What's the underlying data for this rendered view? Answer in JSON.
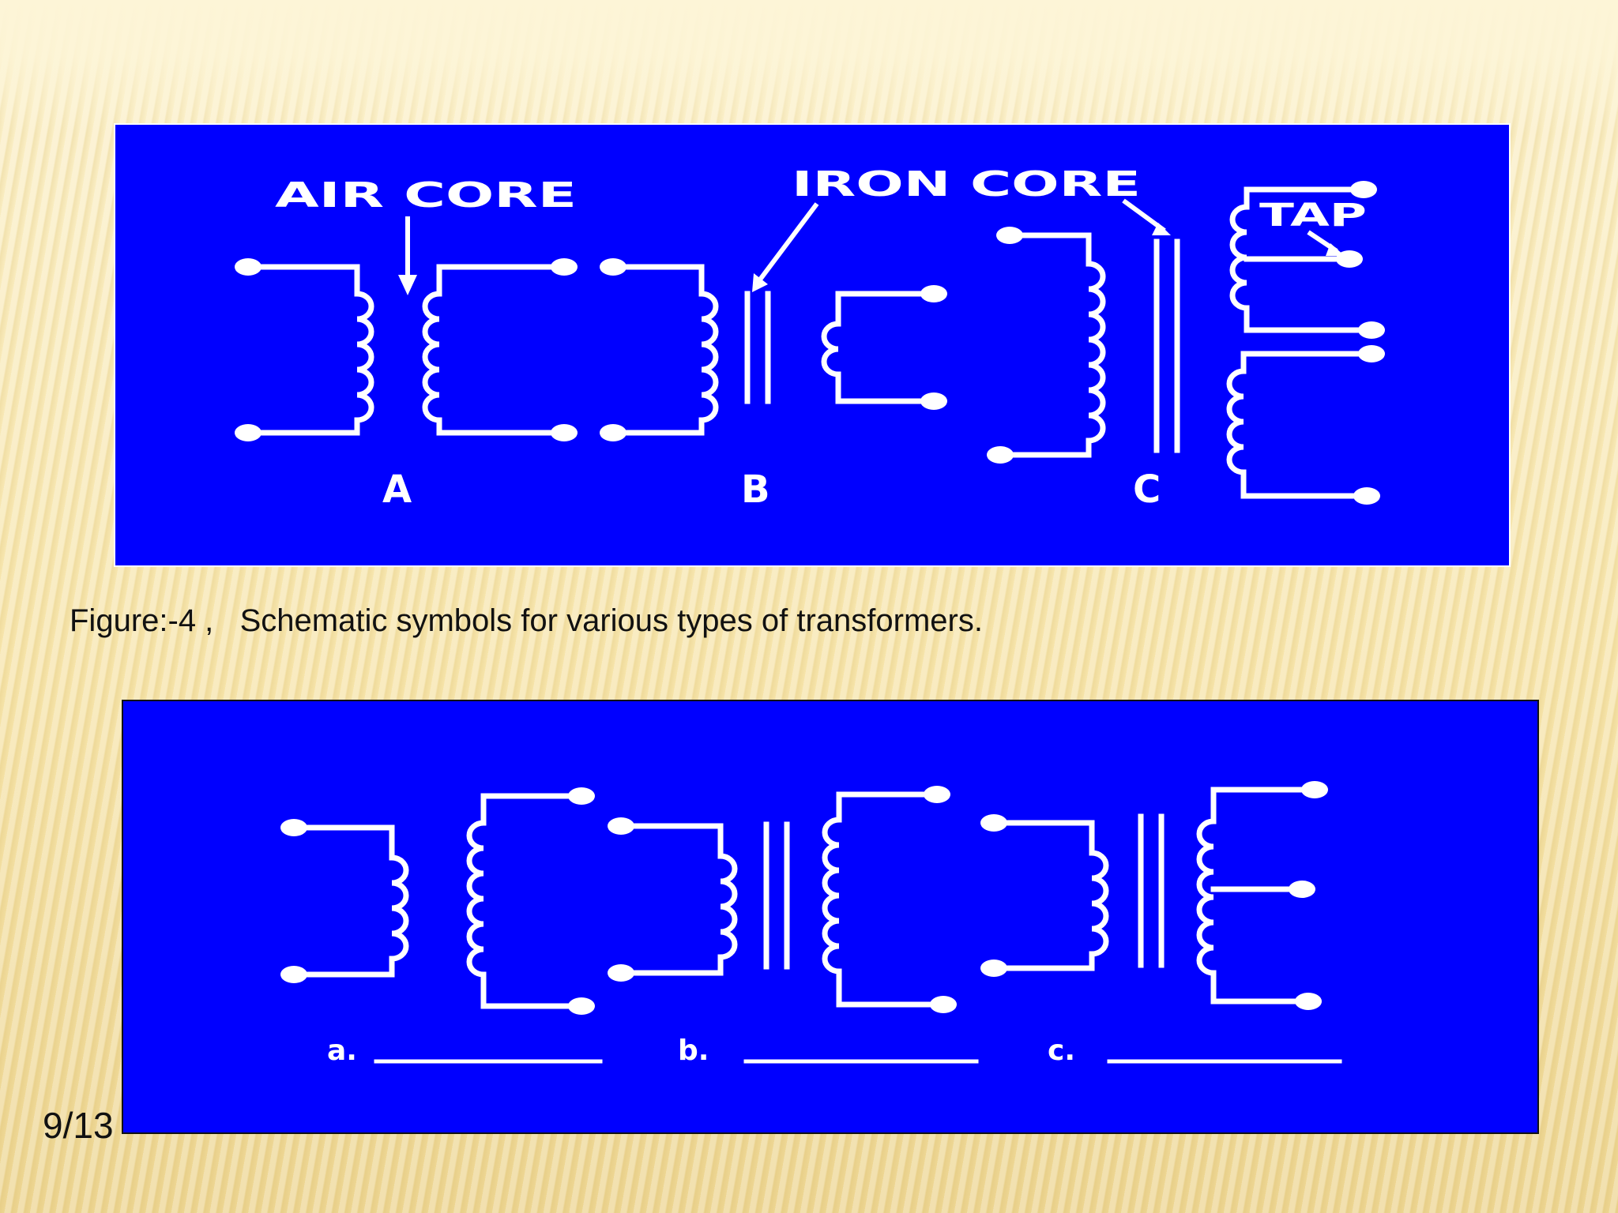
{
  "diagram_top": {
    "label_air_core": "AIR CORE",
    "label_iron_core": "IRON CORE",
    "label_tap": "TAP",
    "label_a": "A",
    "label_b": "B",
    "label_c": "C"
  },
  "caption": "Figure:-4 ,   Schematic symbols for various types of transformers.",
  "diagram_bottom": {
    "label_a": "a.",
    "label_b": "b.",
    "label_c": "c."
  },
  "page_number": "9/13",
  "colors": {
    "panel_blue": "#0000ff",
    "line_white": "#ffffff",
    "background": "#f6e3a6"
  }
}
